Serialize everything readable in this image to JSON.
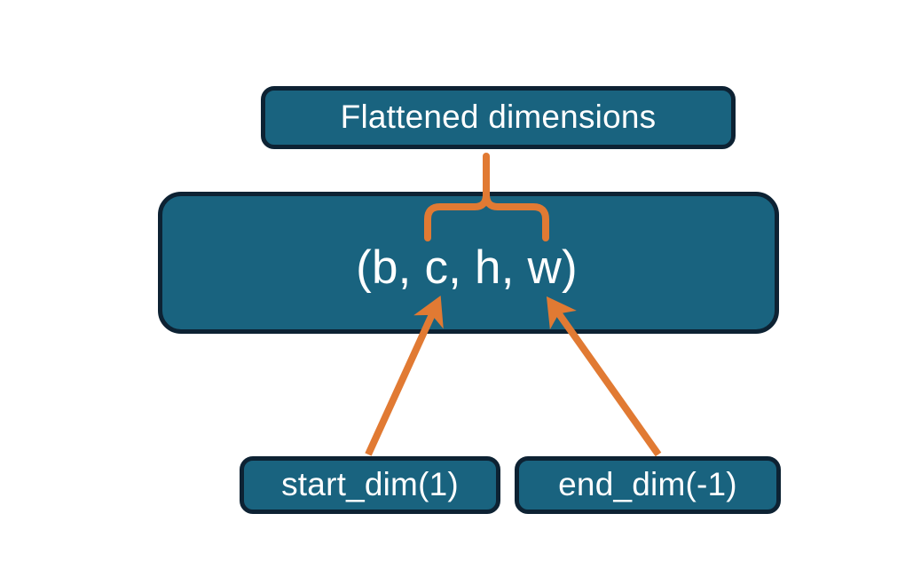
{
  "diagram": {
    "title_node": {
      "label": "Flattened dimensions"
    },
    "shape_node": {
      "label": "(b, c, h, w)"
    },
    "param_nodes": [
      {
        "label": "start_dim(1)"
      },
      {
        "label": "end_dim(-1)"
      }
    ],
    "connectors": [
      {
        "name": "brace-to-flattened",
        "kind": "curly-brace-pointer",
        "from": "shape_node.c_h_w_span",
        "to": "title_node"
      },
      {
        "name": "start-dim-arrow",
        "kind": "arrow",
        "from": "start_dim(1)",
        "to": "shape_node.c"
      },
      {
        "name": "end-dim-arrow",
        "kind": "arrow",
        "from": "end_dim(-1)",
        "to": "shape_node.w"
      }
    ]
  },
  "colors": {
    "node_fill": "#19637f",
    "node_border": "#0d2233",
    "node_text": "#ffffff",
    "connector": "#e17a33",
    "background": "#ffffff"
  }
}
